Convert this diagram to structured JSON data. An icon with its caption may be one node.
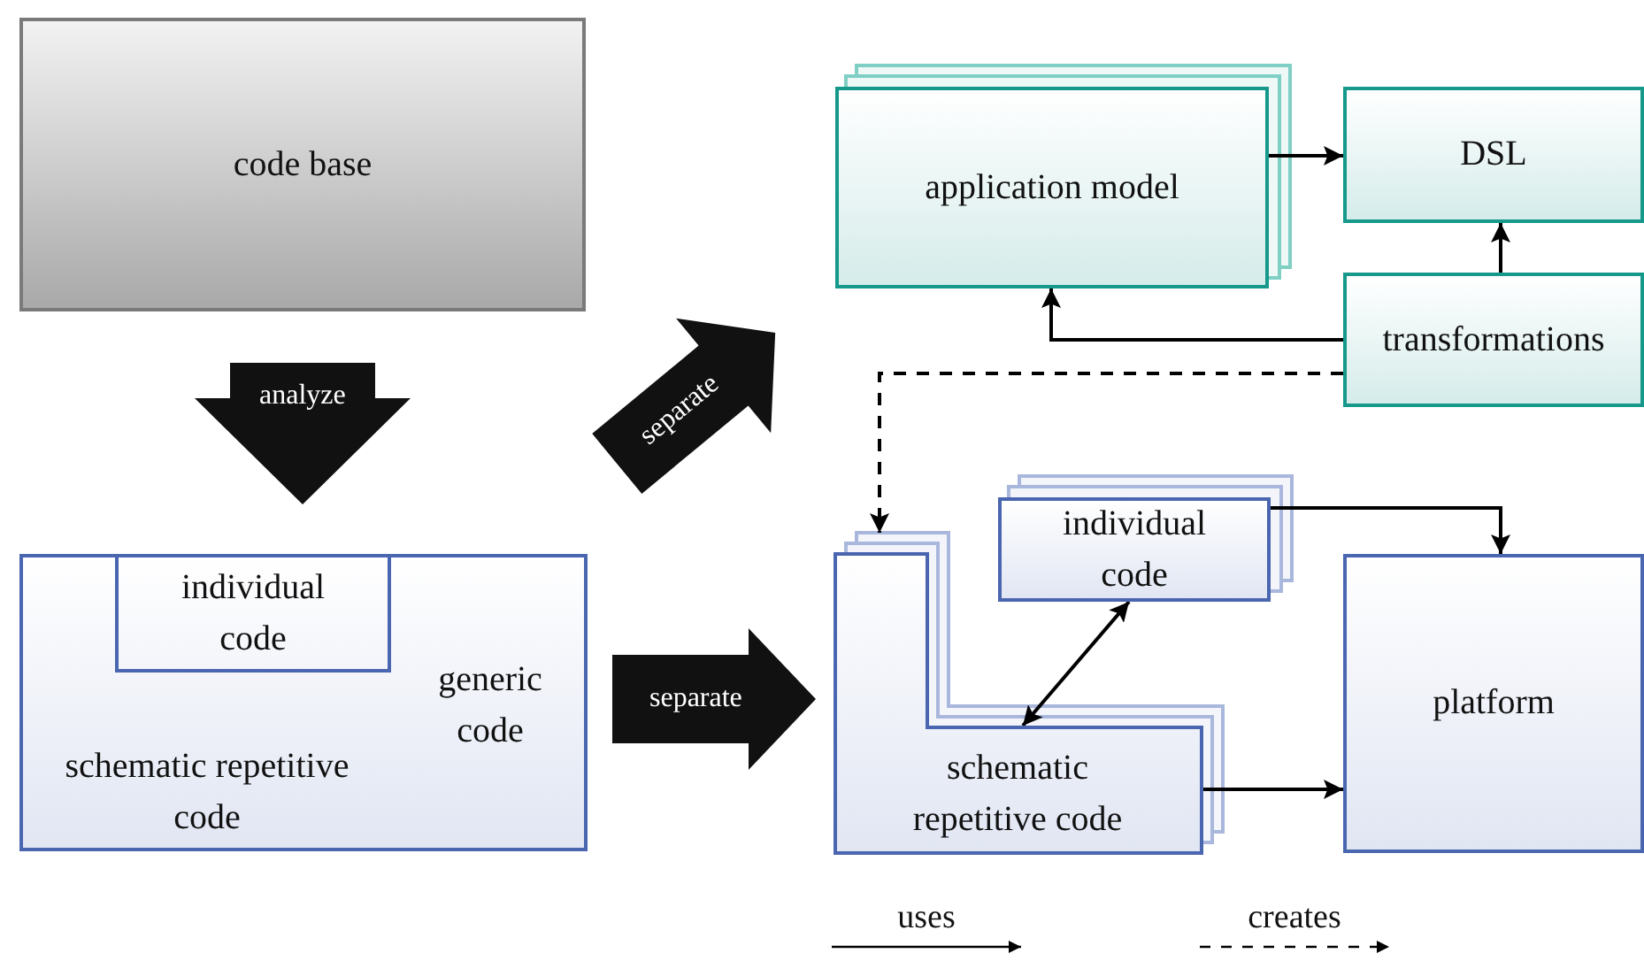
{
  "diagram": {
    "nodes": [
      {
        "text": [
          "code base"
        ]
      },
      {
        "text": [],
        "shape": "box"
      },
      {
        "text": [
          "individual code"
        ],
        "in": 1
      },
      {
        "text": [
          "generic code"
        ],
        "in": 1
      },
      {
        "text": [
          "schematic repetitive code"
        ],
        "in": 1
      },
      {
        "text": [
          "application model"
        ]
      },
      {
        "text": [
          "DSL"
        ]
      },
      {
        "text": [
          "transformations"
        ]
      },
      {
        "text": [
          "individual code"
        ]
      },
      {
        "text": [
          "schematic repetitive code"
        ]
      },
      {
        "text": [
          "platform"
        ]
      }
    ],
    "edges": [
      {
        "from": 0,
        "to": 1,
        "arrow": "to",
        "label": "analyze",
        "style": "thick"
      },
      {
        "from": 1,
        "to": 5,
        "arrow": "to",
        "label": "separate",
        "style": "thick"
      },
      {
        "from": 1,
        "to": 9,
        "arrow": "to",
        "label": "separate",
        "style": "thick"
      },
      {
        "from": 5,
        "to": 6,
        "arrow": "to"
      },
      {
        "from": 7,
        "to": 6,
        "arrow": "to"
      },
      {
        "from": 7,
        "to": 5,
        "arrow": "to"
      },
      {
        "from": 7,
        "to": 9,
        "arrow": "to",
        "style": "dashed"
      },
      {
        "from": 8,
        "to": 10,
        "arrow": "to"
      },
      {
        "from": 8,
        "to": 9,
        "arrow": "both"
      },
      {
        "from": 9,
        "to": 10,
        "arrow": "to"
      }
    ],
    "legend": [
      {
        "text": "uses"
      },
      {
        "text": "creates"
      }
    ]
  }
}
